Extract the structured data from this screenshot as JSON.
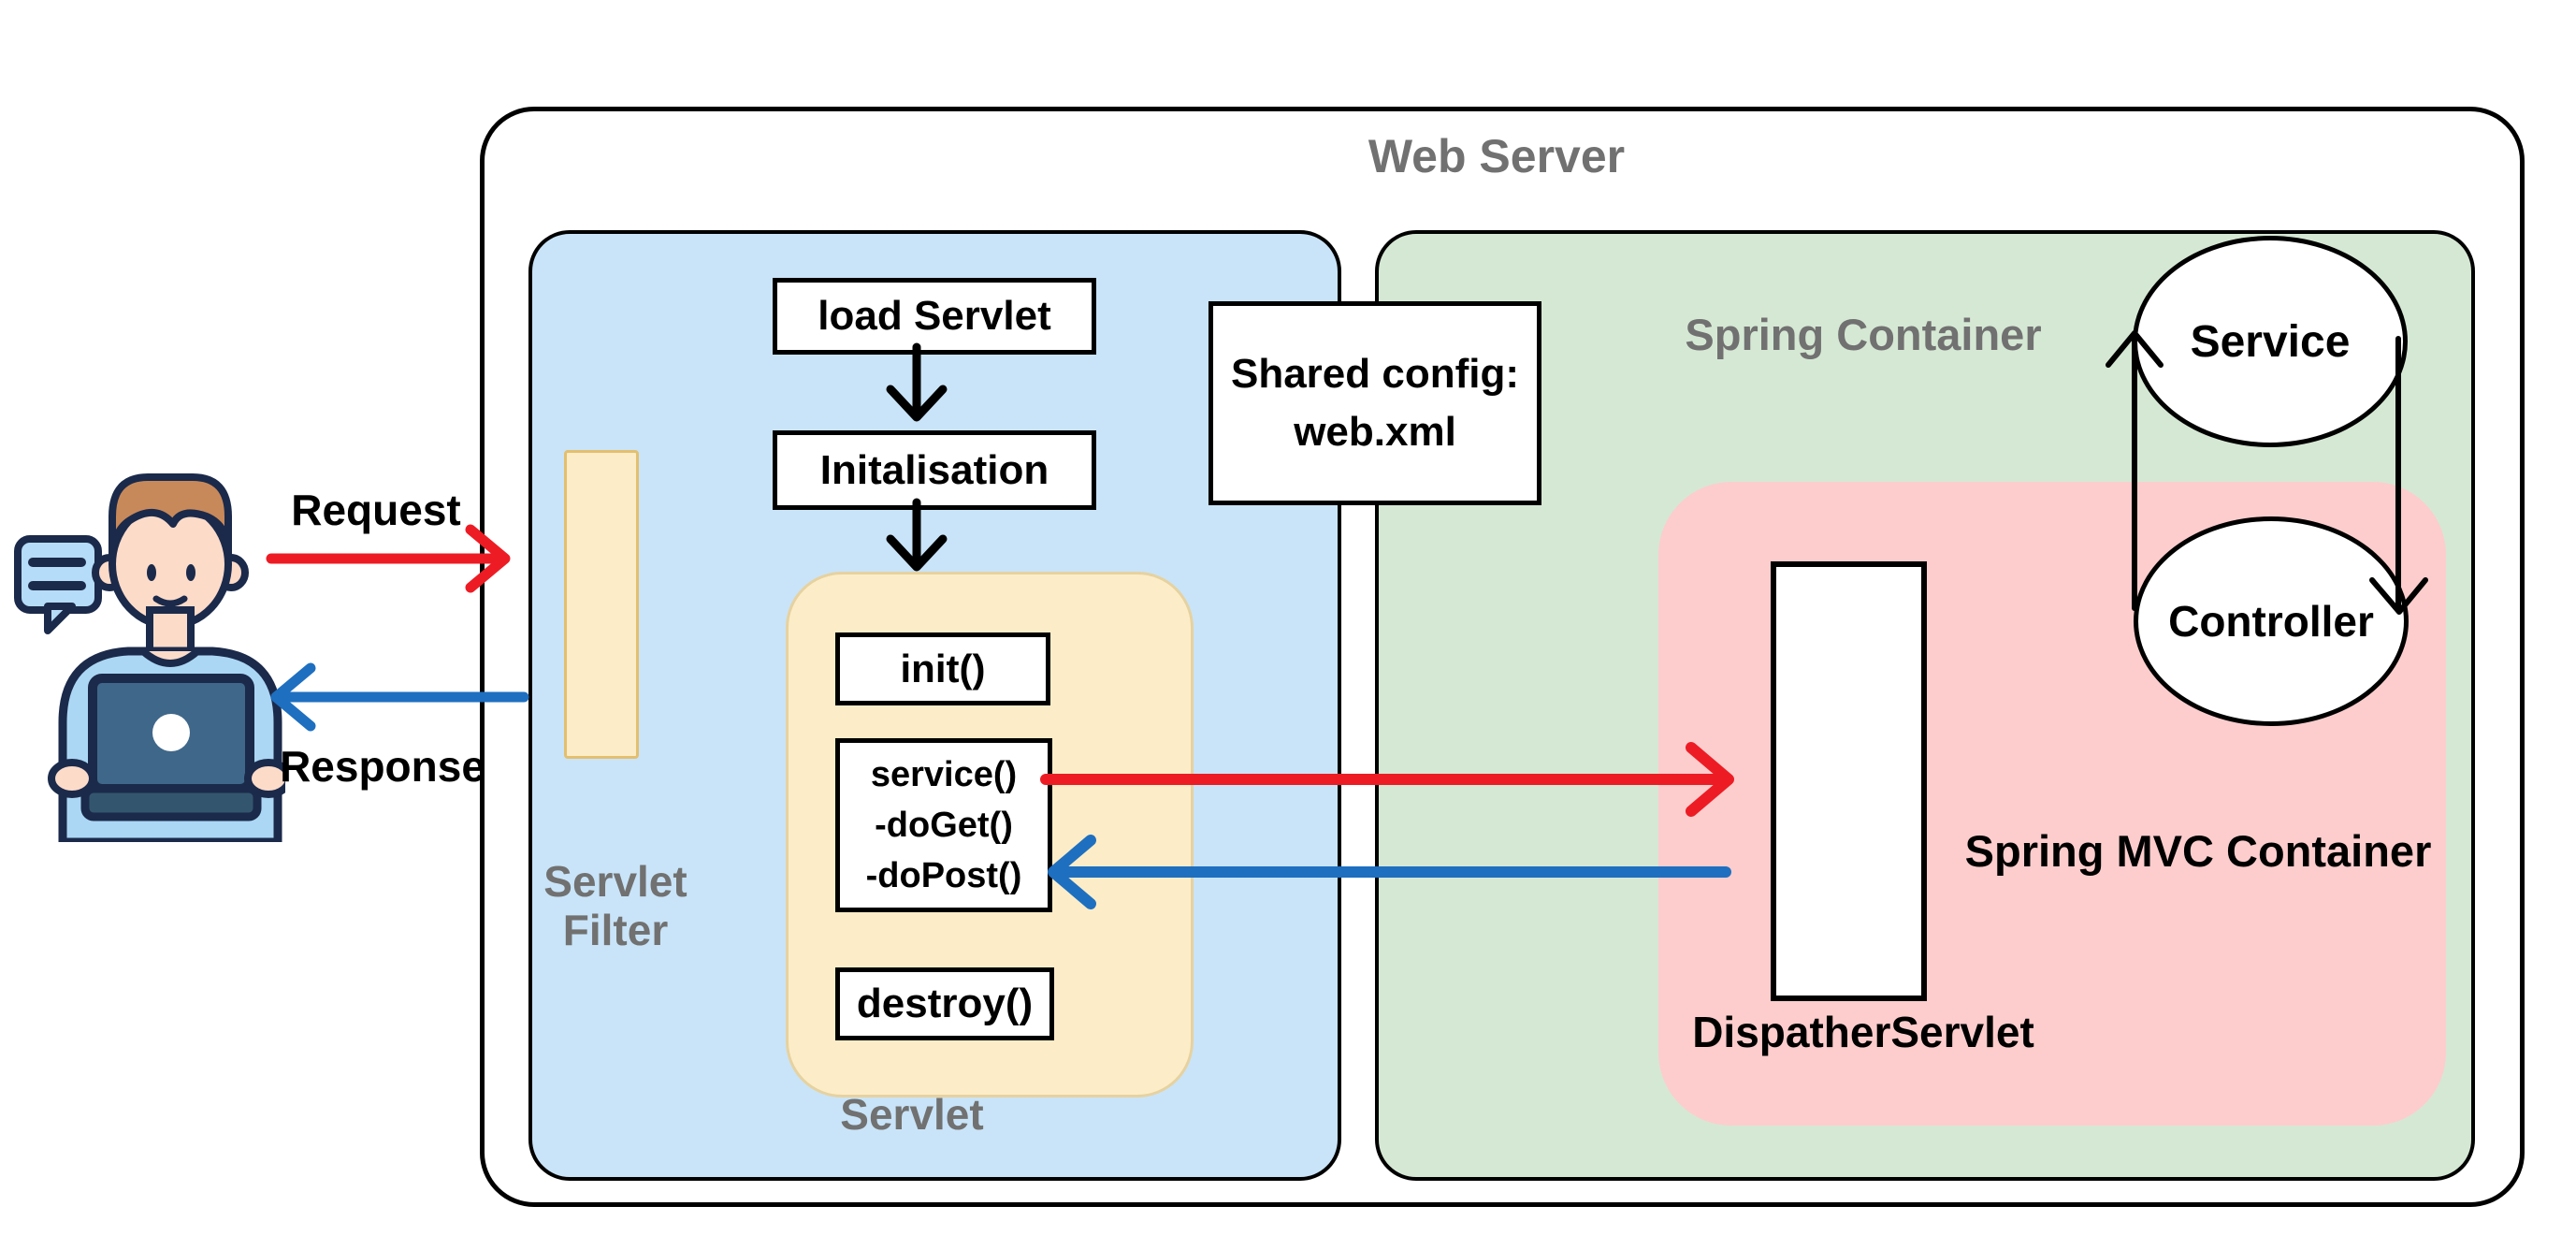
{
  "title": "Web Server",
  "user": {
    "request_label": "Request",
    "response_label": "Response"
  },
  "servlet_container": {
    "load_box_label": "load Servlet",
    "initialisation_box_label": "Initalisation",
    "filter_label_line1": "Servlet",
    "filter_label_line2": "Filter",
    "servlet_label": "Servlet",
    "lifecycle": {
      "init_label": "init()",
      "service_line1": "service()",
      "service_line2": "-doGet()",
      "service_line3": "-doPost()",
      "destroy_label": "destroy()"
    }
  },
  "shared_config": {
    "line1": "Shared config:",
    "line2": "web.xml"
  },
  "spring": {
    "container_label": "Spring Container",
    "mvc_container_label": "Spring MVC Container",
    "dispatcher_label": "DispatherServlet",
    "service_label": "Service",
    "controller_label": "Controller"
  },
  "colors": {
    "servlet_container_fill": "#c9e4f8",
    "spring_container_fill": "#d5e8d4",
    "mvc_container_fill": "#fdcdcd",
    "lifecycle_fill": "#fcedc8",
    "filter_fill": "#fcedc8",
    "filter_border": "#e3bf6f",
    "request_arrow": "#ed1c24",
    "response_arrow": "#1e6fc0",
    "flow_arrow": "#000000",
    "container_label_gray": "#717171"
  }
}
